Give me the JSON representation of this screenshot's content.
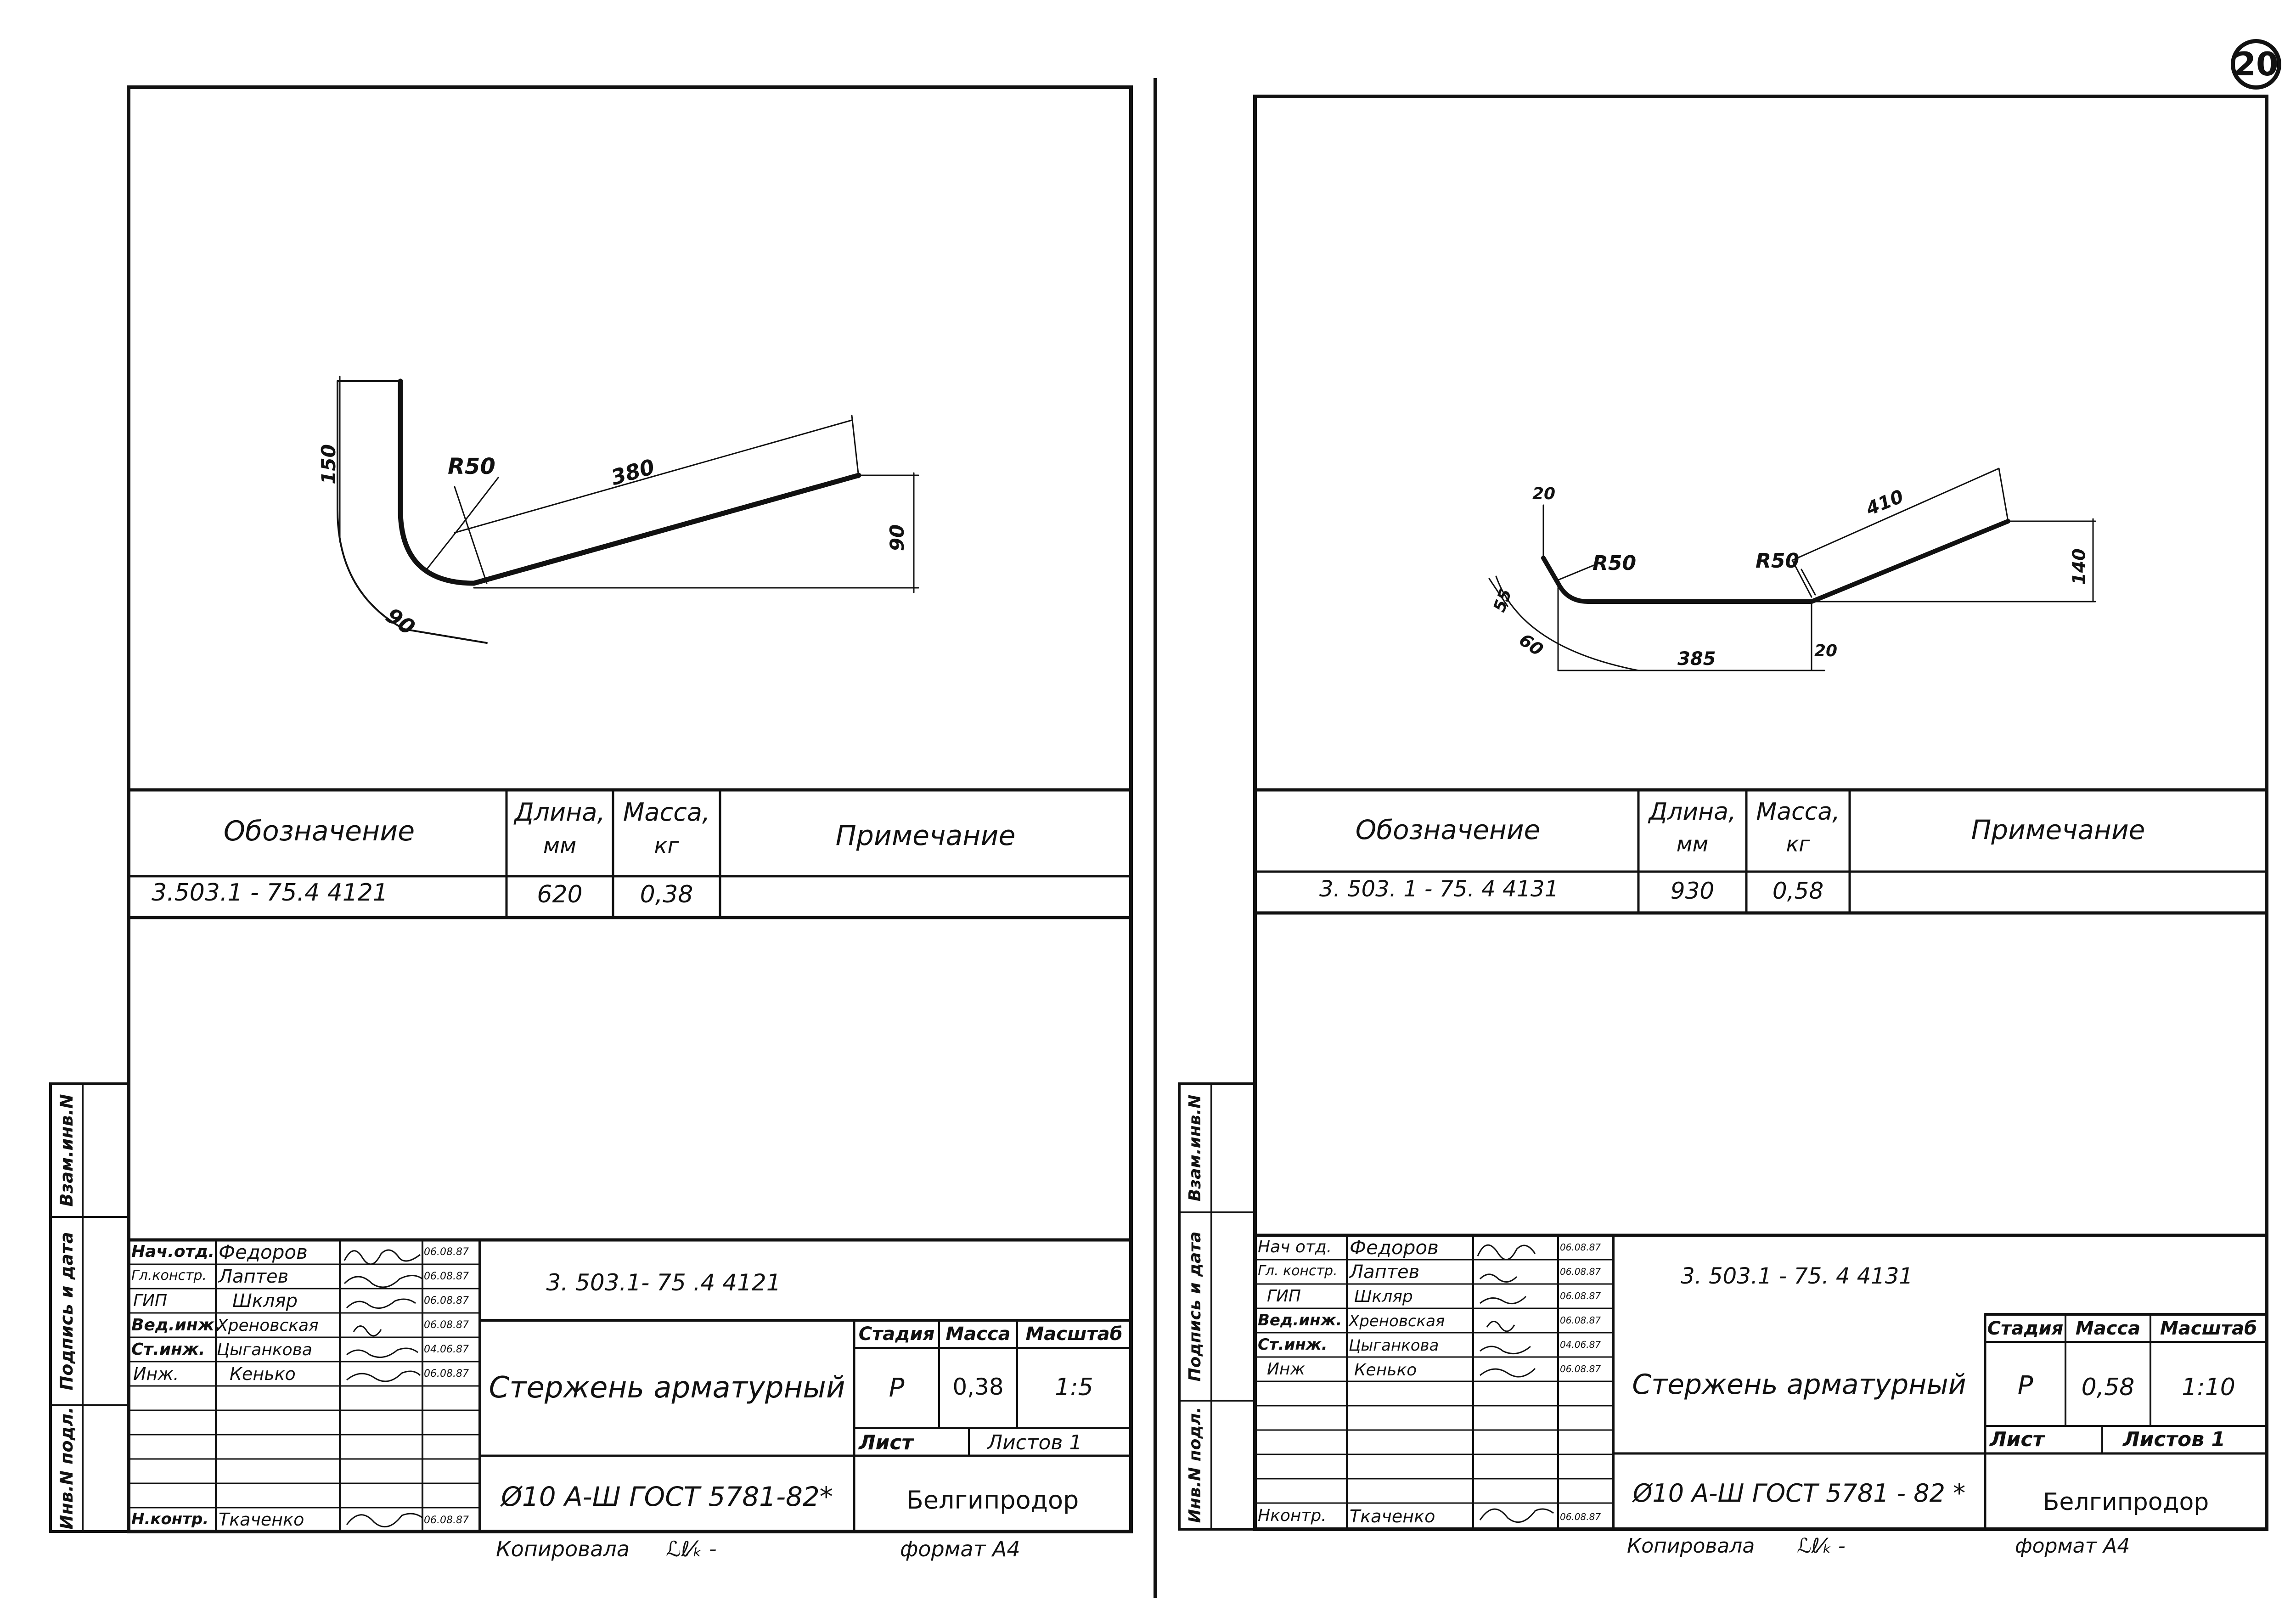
{
  "page_number": "20",
  "sheets": [
    {
      "id": "left",
      "dimensions": {
        "d150": "150",
        "r50": "R50",
        "d380": "380",
        "d90v": "90",
        "d90a": "90"
      },
      "spec": {
        "headers": {
          "designation": "Обозначение",
          "length": "Длина,",
          "length_unit": "мм",
          "mass": "Масса,",
          "mass_unit": "кг",
          "note": "Примечание"
        },
        "row": {
          "designation": "3.503.1 - 75.4  4121",
          "length": "620",
          "mass": "0,38",
          "note": ""
        }
      },
      "side_labels": {
        "vzam": "Взам.инв.N",
        "podpis": "Подпись и дата",
        "inv": "Инв.N подл."
      },
      "title_block": {
        "roles": [
          "Нач.отд.",
          "Гл.констр.",
          "ГИП",
          "Вед.инж.",
          "Ст.инж.",
          "Инж."
        ],
        "names": [
          "Федоров",
          "Лаптев",
          "Шкляр",
          "Хреновская",
          "Цыганкова",
          "Кенько"
        ],
        "dates": [
          "06.08.87",
          "06.08.87",
          "06.08.87",
          "06.08.87",
          "04.06.87",
          "06.08.87"
        ],
        "control_role": "Н.контр.",
        "control_name": "Ткаченко",
        "control_date": "06.08.87",
        "code": "3. 503.1- 75  .4   4121",
        "title": "Стержень арматурный",
        "stage_label": "Стадия",
        "mass_label": "Масса",
        "scale_label": "Масштаб",
        "stage": "Р",
        "mass": "0,38",
        "scale": "1:5",
        "sheet_label": "Лист",
        "sheets_label": "Листов 1",
        "material": "Ø10 А-Ш  ГОСТ 5781-82*",
        "org": "Белгипродор",
        "copied": "Копировала",
        "format": "формат А4"
      }
    },
    {
      "id": "right",
      "dimensions": {
        "d20a": "20",
        "d55": "55",
        "d60": "60",
        "r50a": "R50",
        "r50b": "R50",
        "d385": "385",
        "d20b": "20",
        "d410": "410",
        "d140": "140"
      },
      "spec": {
        "headers": {
          "designation": "Обозначение",
          "length": "Длина,",
          "length_unit": "мм",
          "mass": "Масса,",
          "mass_unit": "кг",
          "note": "Примечание"
        },
        "row": {
          "designation": "3. 503. 1  - 75. 4   4131",
          "length": "930",
          "mass": "0,58",
          "note": ""
        }
      },
      "side_labels": {
        "vzam": "Взам.инв.N",
        "podpis": "Подпись и дата",
        "inv": "Инв.N подл."
      },
      "title_block": {
        "roles": [
          "Нач отд.",
          "Гл. констр.",
          "ГИП",
          "Вед.инж.",
          "Ст.инж.",
          "Инж"
        ],
        "names": [
          "Федоров",
          "Лаптев",
          "Шкляр",
          "Хреновская",
          "Цыганкова",
          "Кенько"
        ],
        "dates": [
          "06.08.87",
          "06.08.87",
          "06.08.87",
          "06.08.87",
          "04.06.87",
          "06.08.87"
        ],
        "control_role": "Нконтр.",
        "control_name": "Ткаченко",
        "control_date": "06.08.87",
        "code": "3. 503.1 - 75. 4     4131",
        "title": "Стержень арматурный",
        "stage_label": "Стадия",
        "mass_label": "Масса",
        "scale_label": "Масштаб",
        "stage": "Р",
        "mass": "0,58",
        "scale": "1:10",
        "sheet_label": "Лист",
        "sheets_label": "Листов 1",
        "material": "Ø10 А-Ш  ГОСТ  5781 - 82 *",
        "org": "Белгипродор",
        "copied": "Копировала",
        "format": "формат А4"
      }
    }
  ]
}
